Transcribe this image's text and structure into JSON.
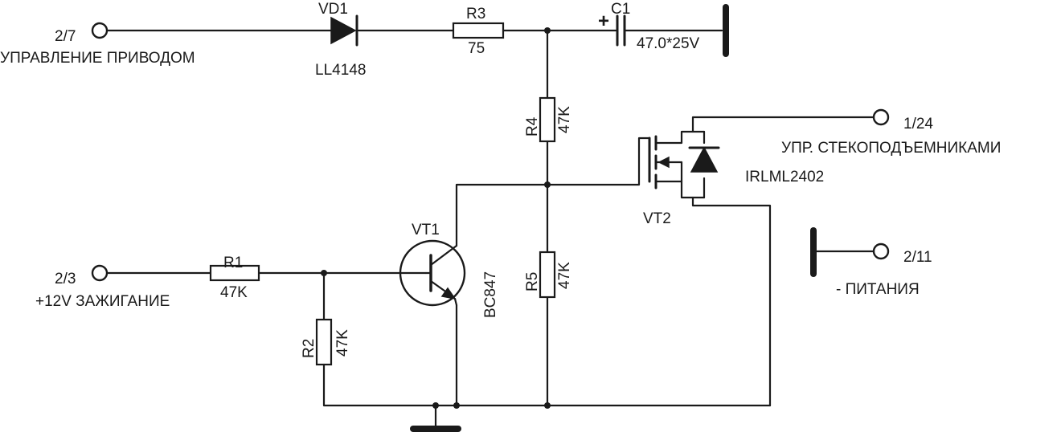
{
  "terminals": {
    "t27": {
      "pin": "2/7",
      "name": "УПРАВЛЕНИЕ ПРИВОДОМ"
    },
    "t23": {
      "pin": "2/3",
      "name": "+12V ЗАЖИГАНИЕ"
    },
    "t124": {
      "pin": "1/24",
      "name": "УПР. СТЕКОПОДЪЕМНИКАМИ"
    },
    "t211": {
      "pin": "2/11",
      "name": "- ПИТАНИЯ"
    }
  },
  "components": {
    "vd1": {
      "ref": "VD1",
      "value": "LL4148"
    },
    "r3": {
      "ref": "R3",
      "value": "75"
    },
    "c1": {
      "ref": "C1",
      "value": "47.0*25V",
      "polarity": "+"
    },
    "r4": {
      "ref": "R4",
      "value": "47K"
    },
    "r5": {
      "ref": "R5",
      "value": "47K"
    },
    "r1": {
      "ref": "R1",
      "value": "47K"
    },
    "r2": {
      "ref": "R2",
      "value": "47K"
    },
    "vt1": {
      "ref": "VT1",
      "value": "BC847"
    },
    "vt2": {
      "ref": "VT2",
      "value": "IRLML2402"
    }
  }
}
